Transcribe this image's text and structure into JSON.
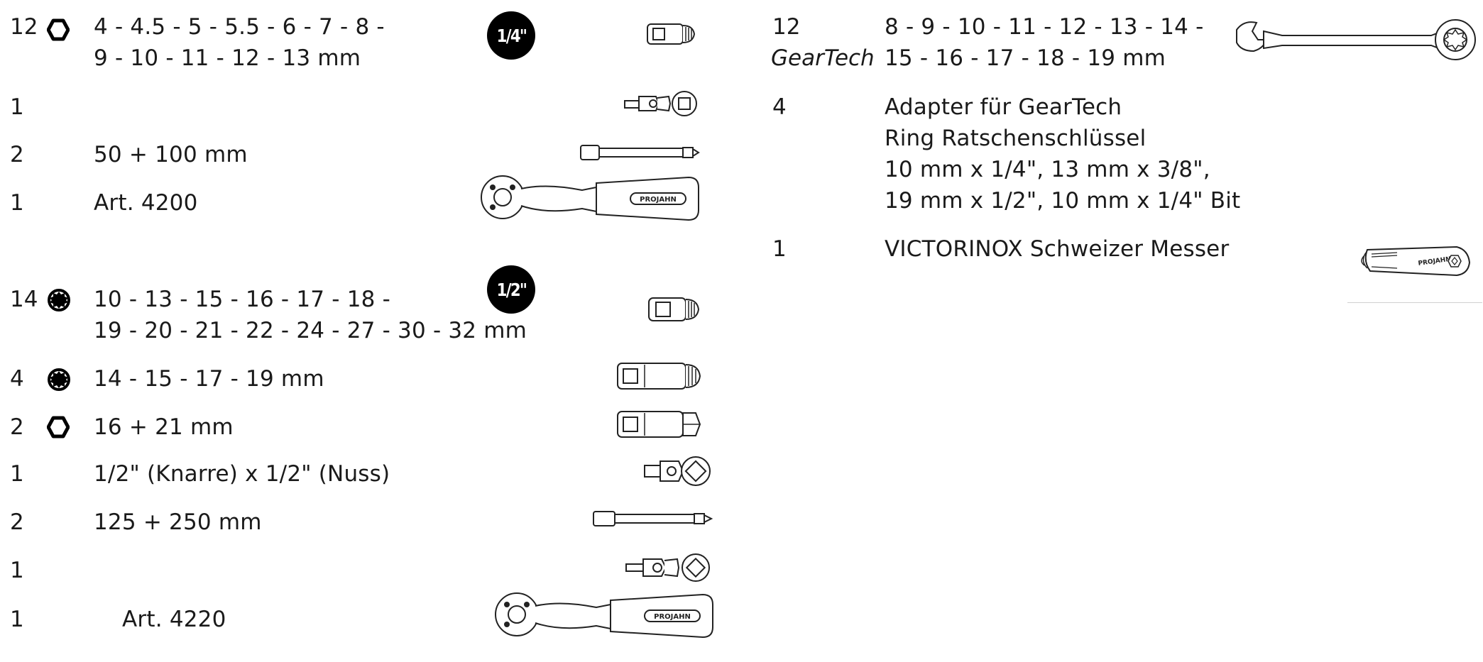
{
  "left_section_quarter": {
    "drive_badge": "1/4\"",
    "rows": [
      {
        "qty": "12",
        "profile_icon": "hexagon-icon",
        "line1": "4 - 4.5 - 5 - 5.5 - 6 - 7 - 8 -",
        "line2": "9 - 10 - 11 - 12 - 13 mm",
        "image": "socket-icon"
      },
      {
        "qty": "1",
        "image": "universal-joint-icon"
      },
      {
        "qty": "2",
        "text": "50 + 100 mm",
        "image": "extension-bar-icon"
      },
      {
        "qty": "1",
        "text": "Art. 4200",
        "image": "ratchet-icon",
        "brand": "PROJAHN"
      }
    ]
  },
  "left_section_half": {
    "drive_badge": "1/2\"",
    "rows": [
      {
        "qty": "14",
        "profile_icon": "twelve-point-icon",
        "line1": "10 - 13 - 15 - 16 - 17 - 18 -",
        "line2": "19 - 20 - 21 - 22 - 24 - 27 - 30 - 32 mm",
        "image": "socket-icon"
      },
      {
        "qty": "4",
        "profile_icon": "twelve-point-icon",
        "text": "14 - 15 - 17 - 19 mm",
        "image": "deep-socket-icon"
      },
      {
        "qty": "2",
        "profile_icon": "hexagon-icon",
        "text": "16 + 21 mm",
        "image": "spark-plug-socket-icon"
      },
      {
        "qty": "1",
        "text": "1/2\" (Knarre) x 1/2\" (Nuss)",
        "image": "adapter-icon"
      },
      {
        "qty": "2",
        "text": "125 + 250 mm",
        "image": "extension-bar-icon"
      },
      {
        "qty": "1",
        "image": "universal-joint-icon"
      },
      {
        "qty": "1",
        "text": "Art. 4220",
        "image": "ratchet-icon",
        "brand": "PROJAHN"
      }
    ]
  },
  "right_section": {
    "rows": [
      {
        "qty": "12",
        "sub": "GearTech",
        "line1": "8 - 9 - 10 - 11 - 12 - 13 - 14 -",
        "line2": "15 - 16 - 17 - 18 - 19 mm",
        "image": "combination-wrench-icon"
      },
      {
        "qty": "4",
        "lines": [
          "Adapter für GearTech",
          "Ring Ratschenschlüssel",
          "10 mm x 1/4\", 13 mm x 3/8\",",
          "19 mm x 1/2\", 10 mm x 1/4\" Bit"
        ]
      },
      {
        "qty": "1",
        "text": "VICTORINOX Schweizer Messer",
        "image": "swiss-knife-icon",
        "brand": "PROJAHN"
      }
    ]
  }
}
